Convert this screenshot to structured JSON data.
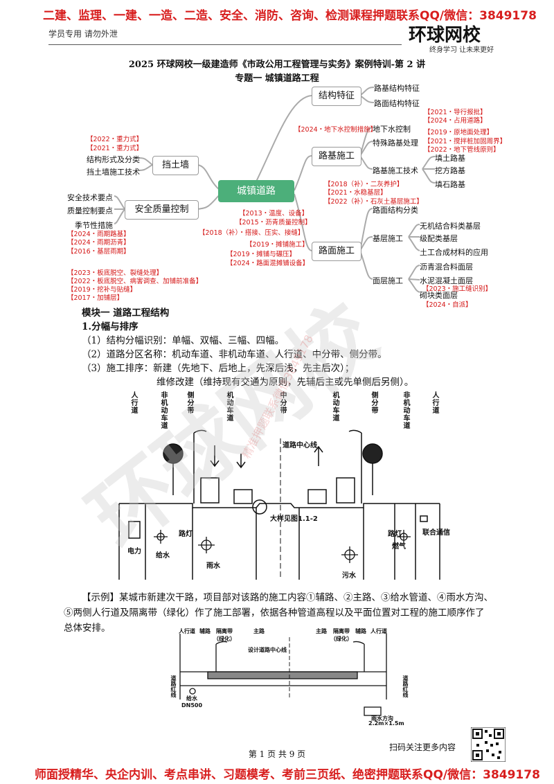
{
  "banner_top": "二建、监理、一建、一造、二造、安全、消防、咨询、检测课程押题联系QQ/微信：3849178",
  "header": {
    "left": "学员专用 请勿外泄",
    "logo": "环球网校",
    "slogan": "终身学习 让未来更好"
  },
  "title": "2025 环球网校一级建造师《市政公用工程管理与实务》案例特训-第 2 讲",
  "subtitle": "专题一 城镇道路工程",
  "mindmap": {
    "center": "城镇道路",
    "structure": {
      "label": "结构特征",
      "leaves": [
        "路基结构特征",
        "路面结构特征"
      ],
      "tags": [
        "【2021・导行报批】",
        "【2024・占用道路】"
      ]
    },
    "subgrade": {
      "label": "路基施工",
      "water_tag": "【2024・地下水控制措施】",
      "water": "地下水控制",
      "special": "特殊路基处理",
      "special_tags": [
        "【2019・原地面处理】",
        "【2021・搅拌桩加固周界】",
        "【2022・地下管线原则】"
      ],
      "tech": "路基施工技术",
      "tech_leaves": [
        "填土路基",
        "挖方路基",
        "填石路基"
      ],
      "tech_tags": [
        "【2018（补）・二灰养护】",
        "【2021・水稳基层】",
        "【2022（补）・石灰土基层施工】"
      ]
    },
    "wall": {
      "label": "挡土墙",
      "tags": [
        "【2022・重力式】",
        "【2021・重力式】"
      ],
      "leaves": [
        "结构形式及分类",
        "挡土墙施工技术"
      ]
    },
    "safety": {
      "label": "安全质量控制",
      "leaves": [
        "安全技术要点",
        "质量控制要点",
        "季节性措施"
      ],
      "tags": [
        "【2024・雨期路基】",
        "【2024・雨期沥青】",
        "【2016・基层雨期】"
      ],
      "tags2": [
        "【2023・板底脱空、裂缝处理】",
        "【2022・板底脱空、病害调查、加铺前准备】",
        "【2019・挖补与贴缝】",
        "【2017・加铺层】"
      ]
    },
    "pavement": {
      "label": "路面施工",
      "tags": [
        "【2013・温度、设备】",
        "【2015・沥青质量控制】",
        "【2018（补）・搭接、压实、接缝】",
        "【2019・摊铺施工】",
        "【2019・摊铺与碾压】",
        "【2024・路面混摊铺设备】"
      ],
      "struct": "路面结构分类",
      "base": "基层施工",
      "base_leaves": [
        "无机结合料类基层",
        "级配类基层",
        "土工合成材料的应用"
      ],
      "surface": "面层施工",
      "surface_leaves": [
        "沥青混合料面层",
        "水泥混凝土面层",
        "砌块类面层"
      ],
      "surface_tags": [
        "【2023・施工缝识别】",
        "【2024・自派】"
      ]
    }
  },
  "module": "模块一 道路工程结构",
  "section": "1.分幅与排序",
  "items": [
    "（1）结构分幅识别：单幅、双幅、三幅、四幅。",
    "（2）道路分区名称：机动车道、非机动车道、人行道、中分带、侧分带。",
    "（3）施工排序：新建（先地下、后地上，先深后浅，先主后次）；",
    "维修改建（维持现有交通为原则，先辅后主或先单侧后另侧）。"
  ],
  "figure1": {
    "lanes": [
      "人行道",
      "非机动车道",
      "侧分带",
      "机动车道",
      "中分带",
      "机动车道",
      "侧分带",
      "非机动车道",
      "人行道"
    ],
    "centerline": "道路中心线",
    "detail": "大样见图1.1-2",
    "pipes": [
      "电力",
      "给水",
      "路灯",
      "雨水",
      "污水",
      "路灯",
      "燃气",
      "联合通信"
    ]
  },
  "example": "【示例】某城市新建次干路，项目部对该路的施工内容①辅路、②主路、③给水管道、④雨水方沟、⑤两侧人行道及隔离带（绿化）作了施工部署，依据各种管道高程以及平面位置对工程的施工顺序作了总体安排。",
  "figure2": {
    "top": [
      "人行道",
      "辅路",
      "隔离带（绿化）",
      "主路",
      "主路",
      "隔离带（绿化）",
      "辅路",
      "人行道"
    ],
    "centerline": "设计道路中心线",
    "left": "道路红线",
    "right": "道路红线",
    "water": "给水",
    "water_size": "DN500",
    "ditch": "雨水方沟",
    "ditch_size": "2.2m×1.5m"
  },
  "footer": {
    "page": "第 1 页 共 9 页",
    "qr": "扫码关注更多内容"
  },
  "banner_bottom": "师面授精华、央企内训、考点串讲、习题模考、考前三页纸、绝密押题联系QQ/微信：3849178",
  "watermark": "环球网校",
  "watermark2": "精准押题联系微信3849178"
}
